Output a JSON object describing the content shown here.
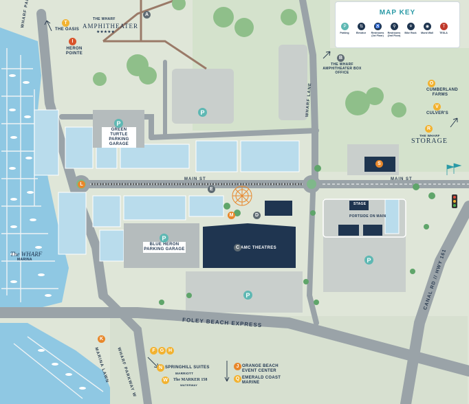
{
  "map_key": {
    "title": "MAP KEY",
    "items": [
      {
        "icon": "parking-icon",
        "glyph": "P",
        "label": "Parking"
      },
      {
        "icon": "elevator-icon",
        "glyph": "⇅",
        "label": "Elevator"
      },
      {
        "icon": "restroom-icon",
        "glyph": "♿",
        "label": "Restrooms (1st Floor)"
      },
      {
        "icon": "restroom-upstairs-icon",
        "glyph": "⚲",
        "label": "Restrooms (2nd Floor)"
      },
      {
        "icon": "bike-rack-icon",
        "glyph": "⚘",
        "label": "Bike Rack"
      },
      {
        "icon": "mural-wall-icon",
        "glyph": "◉",
        "label": "Mural Wall"
      },
      {
        "icon": "tesla-charger-icon",
        "glyph": "T",
        "label": "TESLA"
      }
    ]
  },
  "roads": {
    "main_st_west": "MAIN ST",
    "main_st_east": "MAIN ST",
    "wharf_lane": "WHARF LANE",
    "wharf_parkway_n": "WHARF PARKWAY E",
    "wharf_parkway_s": "WHARF PARKWAY W",
    "foley_beach_express": "FOLEY BEACH EXPRESS",
    "canal_rd": "CANAL RD // HWY 161",
    "marina_lawn": "MARINA LAWN"
  },
  "places": {
    "amphitheater_top": "THE WHARF",
    "amphitheater": "AMPHITHEATER",
    "amphitheater_stars": "★★★★★",
    "oasis": "THE OASIS",
    "heron_pointe": "HERON POINTE",
    "box_office": "THE WHARF AMPHITHEATER BOX OFFICE",
    "cumberland_farms": "CUMBERLAND FARMS",
    "culvers": "CULVER'S",
    "storage_top": "THE WHARF",
    "storage": "STORAGE",
    "green_turtle": "GREEN TURTLE PARKING GARAGE",
    "blue_heron": "BLUE HERON PARKING GARAGE",
    "amc": "AMC THEATRES",
    "portside": "PORTSIDE ON MAIN",
    "stage": "STAGE",
    "marina_logo": "The WHARF",
    "marina_sub": "MARINA",
    "springhill": "SPRINGHILL SUITES",
    "springhill_sub": "MARRIOTT",
    "marker_hotel": "The MARKER 158",
    "marker_hotel_sub": "WATERWAY",
    "orange_beach": "ORANGE BEACH EVENT CENTER",
    "emerald_coast": "EMERALD COAST MARINE"
  },
  "markers": {
    "A": "A",
    "B": "B",
    "C": "C",
    "D": "D",
    "E": "E",
    "F": "F",
    "G": "G",
    "H": "H",
    "I": "I",
    "J": "J",
    "K": "K",
    "L": "L",
    "M": "M",
    "N": "N",
    "O": "O",
    "Q": "Q",
    "R": "R",
    "S": "S",
    "T": "T",
    "V": "V",
    "W": "W",
    "P": "P"
  },
  "colors": {
    "water": "#8fc8e3",
    "ground": "#dfe6d8",
    "road": "#9aa3a8",
    "building": "#1f3550",
    "building_light": "#b9dcec",
    "parking": "#c9cfcc",
    "accent": "#2a9aa6"
  }
}
